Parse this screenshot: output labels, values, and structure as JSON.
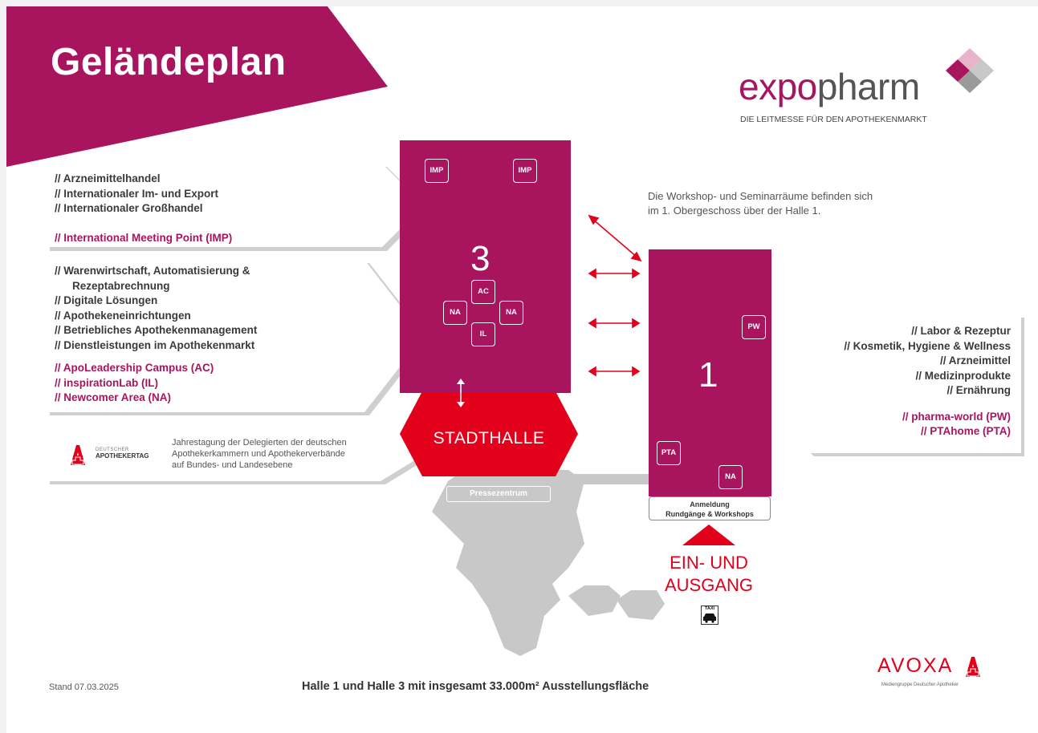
{
  "title": "Geländeplan",
  "brand": {
    "name_prefix": "expo",
    "name_suffix": "pharm",
    "tagline": "DIE LEITMESSE FÜR DEN APOTHEKENMARKT"
  },
  "colors": {
    "magenta": "#a8155e",
    "red": "#e2001a",
    "gray": "#c8c8c8"
  },
  "hall3": {
    "number": "3",
    "badges": [
      "IMP",
      "IMP",
      "AC",
      "NA",
      "NA",
      "IL"
    ],
    "left_top_categories": [
      "// Arzneimittelhandel",
      "// Internationaler Im- und Export",
      "// Internationaler Großhandel"
    ],
    "left_top_highlight": "// International Meeting Point (IMP)",
    "left_mid_categories": [
      "// Warenwirtschaft, Automatisierung &",
      "Rezeptabrechnung",
      "// Digitale Lösungen",
      "// Apothekeneinrichtungen",
      "// Betriebliches Apothekenmanagement",
      "// Dienstleistungen im Apothekenmarkt"
    ],
    "left_mid_highlights": [
      "// ApoLeadership Campus (AC)",
      "// inspirationLab (IL)",
      "// Newcomer Area (NA)"
    ]
  },
  "hall1": {
    "number": "1",
    "badges": [
      "PW",
      "PTA",
      "NA"
    ],
    "categories": [
      "// Labor & Rezeptur",
      "// Kosmetik, Hygiene & Wellness",
      "// Arzneimittel",
      "// Medizinprodukte",
      "// Ernährung"
    ],
    "highlights": [
      "// pharma-world (PW)",
      "// PTAhome (PTA)"
    ]
  },
  "stadthalle": {
    "label": "STADTHALLE",
    "apothekertag_small": "DEUTSCHER",
    "apothekertag_big": "APOTHEKERTAG",
    "description": [
      "Jahrestagung der Delegierten der deutschen",
      "Apothekerkammern und Apothekerverbände",
      "auf Bundes- und Landesebene"
    ]
  },
  "pressezentrum": "Pressezentrum",
  "workshop_note": [
    "Die Workshop- und Seminarräume befinden sich",
    "im 1. Obergeschoss über der Halle 1."
  ],
  "registration": [
    "Anmeldung",
    "Rundgänge & Workshops"
  ],
  "entrance": [
    "EIN- UND",
    "AUSGANG"
  ],
  "taxi_label": "TAXI",
  "footer": {
    "date": "Stand 07.03.2025",
    "summary": "Halle 1 und Halle 3 mit insgesamt 33.000m² Ausstellungsfläche",
    "avoxa": "AVOXA",
    "avoxa_tagline": "Mediengruppe Deutscher Apotheker"
  }
}
